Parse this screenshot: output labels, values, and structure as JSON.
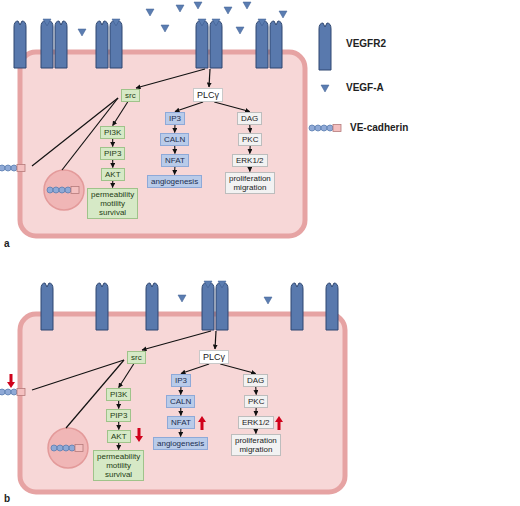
{
  "diagram": {
    "nodes": [
      {
        "text": [
          "src"
        ]
      },
      {
        "text": [
          "PI3K"
        ]
      },
      {
        "text": [
          "PIP3"
        ]
      },
      {
        "text": [
          "AKT"
        ]
      },
      {
        "text": [
          "permeability motility survival"
        ]
      },
      {
        "text": [
          "PLCγ"
        ]
      },
      {
        "text": [
          "IP3"
        ]
      },
      {
        "text": [
          "CALN"
        ]
      },
      {
        "text": [
          "NFAT"
        ]
      },
      {
        "text": [
          "angiogenesis"
        ]
      },
      {
        "text": [
          "DAG"
        ]
      },
      {
        "text": [
          "PKC"
        ]
      },
      {
        "text": [
          "ERK1/2"
        ]
      },
      {
        "text": [
          "proliferation migration"
        ]
      },
      {
        "text": [
          "src"
        ]
      },
      {
        "text": [
          "PI3K"
        ]
      },
      {
        "text": [
          "PIP3"
        ]
      },
      {
        "text": [
          "AKT"
        ]
      },
      {
        "text": [
          "permeability motility survival"
        ]
      },
      {
        "text": [
          "PLCγ"
        ]
      },
      {
        "text": [
          "IP3"
        ]
      },
      {
        "text": [
          "CALN"
        ]
      },
      {
        "text": [
          "NFAT"
        ]
      },
      {
        "text": [
          "angiogenesis"
        ]
      },
      {
        "text": [
          "DAG"
        ]
      },
      {
        "text": [
          "PKC"
        ]
      },
      {
        "text": [
          "ERK1/2"
        ]
      },
      {
        "text": [
          "proliferation migration"
        ]
      }
    ],
    "edges": [
      {
        "from": 0,
        "to": 1,
        "arrow": "to"
      },
      {
        "from": 1,
        "to": 2,
        "arrow": "to"
      },
      {
        "from": 2,
        "to": 3,
        "arrow": "to"
      },
      {
        "from": 3,
        "to": 4,
        "arrow": "to"
      },
      {
        "from": 5,
        "to": 6,
        "arrow": "to"
      },
      {
        "from": 6,
        "to": 7,
        "arrow": "to"
      },
      {
        "from": 7,
        "to": 8,
        "arrow": "to"
      },
      {
        "from": 8,
        "to": 9,
        "arrow": "to"
      },
      {
        "from": 5,
        "to": 10,
        "arrow": "to"
      },
      {
        "from": 10,
        "to": 11,
        "arrow": "to"
      },
      {
        "from": 11,
        "to": 12,
        "arrow": "to"
      },
      {
        "from": 12,
        "to": 13,
        "arrow": "to"
      },
      {
        "from": 14,
        "to": 15,
        "arrow": "to"
      },
      {
        "from": 15,
        "to": 16,
        "arrow": "to"
      },
      {
        "from": 16,
        "to": 17,
        "arrow": "to"
      },
      {
        "from": 17,
        "to": 18,
        "arrow": "to"
      },
      {
        "from": 19,
        "to": 20,
        "arrow": "to"
      },
      {
        "from": 20,
        "to": 21,
        "arrow": "to"
      },
      {
        "from": 21,
        "to": 22,
        "arrow": "to"
      },
      {
        "from": 22,
        "to": 23,
        "arrow": "to"
      },
      {
        "from": 19,
        "to": 24,
        "arrow": "to"
      },
      {
        "from": 24,
        "to": 25,
        "arrow": "to"
      },
      {
        "from": 25,
        "to": 26,
        "arrow": "to"
      },
      {
        "from": 26,
        "to": 27,
        "arrow": "to"
      }
    ],
    "labels": [
      "a",
      "b"
    ],
    "legend": [
      {
        "text": "VEGFR2"
      },
      {
        "text": "VEGF-A"
      },
      {
        "text": "VE-cadherin"
      }
    ]
  }
}
